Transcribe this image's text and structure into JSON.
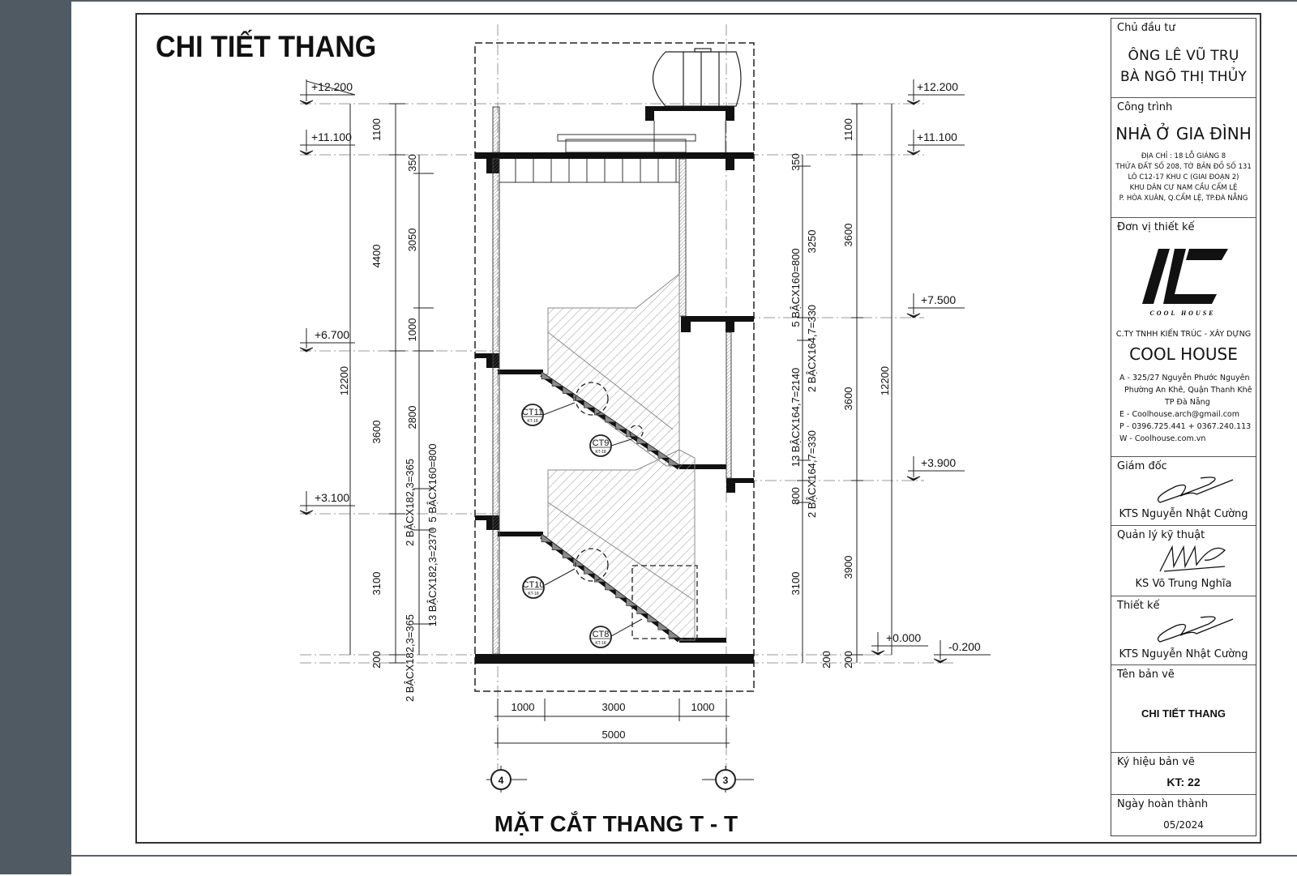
{
  "drawing": {
    "title": "CHI TIẾT THANG",
    "section_title": "MẶT CẮT THANG T - T",
    "levels_left": [
      "+12.200",
      "+11.100",
      "+6.700",
      "+3.100"
    ],
    "levels_right": [
      "+12.200",
      "+11.100",
      "+7.500",
      "+3.900",
      "+0.000",
      "-0.200"
    ],
    "dims_left_outer": [
      "12200"
    ],
    "dims_left_mid": [
      "1100",
      "4400",
      "3600",
      "3100",
      "200"
    ],
    "dims_left_inner": [
      "350",
      "3050",
      "1000",
      "2800"
    ],
    "steps_left": [
      "2 BẬCX182,3=365",
      "5 BẬCX160=800",
      "13 BẬCX182,3=2370",
      "2 BẬCX182,3=365"
    ],
    "dims_right_inner": [
      "350",
      "3250",
      "5 BẬCX160=800",
      "2 BẬCX164,7=330",
      "13 BẬCX164,7=2140",
      "2 BẬCX164,7=330",
      "800",
      "3100",
      "200"
    ],
    "dims_right_mid": [
      "1100",
      "3600",
      "3600",
      "3900",
      "200"
    ],
    "dims_right_outer": [
      "12200"
    ],
    "dims_bottom": [
      "1000",
      "3000",
      "1000"
    ],
    "dims_total": "5000",
    "grid_axes": [
      "4",
      "3"
    ],
    "callouts": [
      {
        "id": "CT11",
        "ref": "KT-18"
      },
      {
        "id": "CT9",
        "ref": "KT-18"
      },
      {
        "id": "CT10",
        "ref": "KT-18"
      },
      {
        "id": "CT8",
        "ref": "KT-18"
      }
    ]
  },
  "title_block": {
    "owner_label": "Chủ đầu tư",
    "owner_1": "ÔNG LÊ VŨ TRỤ",
    "owner_2": "BÀ NGÔ THỊ THỦY",
    "project_label": "Công trình",
    "project": "NHÀ Ở GIA ĐÌNH",
    "address": [
      "ĐỊA CHỈ : 18 LỖ GIÁNG 8",
      "THỬA ĐẤT SỐ 208, TỜ BẢN ĐỒ SỐ 131",
      "LÔ C12-17 KHU C (GIAI ĐOẠN 2)",
      "KHU DÂN CƯ NAM CẦU CẨM LỆ",
      "P. HÒA XUÂN, Q.CẨM LỆ, TP.ĐÀ NẴNG"
    ],
    "designer_label": "Đơn vị thiết kế",
    "logo_text": "COOL HOUSE",
    "company_line": "C.TY TNHH KIẾN TRÚC - XÂY DỰNG",
    "company_name": "COOL HOUSE",
    "contact": [
      "A - 325/27 Nguyễn Phước Nguyên",
      "Phường An Khê, Quận Thanh Khê",
      "TP Đà Nẵng",
      "E - Coolhouse.arch@gmail.com",
      "P - 0396.725.441 + 0367.240.113",
      "W - Coolhouse.com.vn"
    ],
    "director_label": "Giám đốc",
    "director": "KTS Nguyễn Nhật Cường",
    "tech_label": "Quản lý kỹ thuật",
    "tech": "KS Võ Trung Nghĩa",
    "design_label": "Thiết kế",
    "design": "KTS Nguyễn Nhật Cường",
    "sheet_name_label": "Tên bản vẽ",
    "sheet_name": "CHI TIẾT THANG",
    "sheet_code_label": "Ký hiệu bản vẽ",
    "sheet_code": "KT: 22",
    "date_label": "Ngày hoàn thành",
    "date": "05/2024"
  }
}
